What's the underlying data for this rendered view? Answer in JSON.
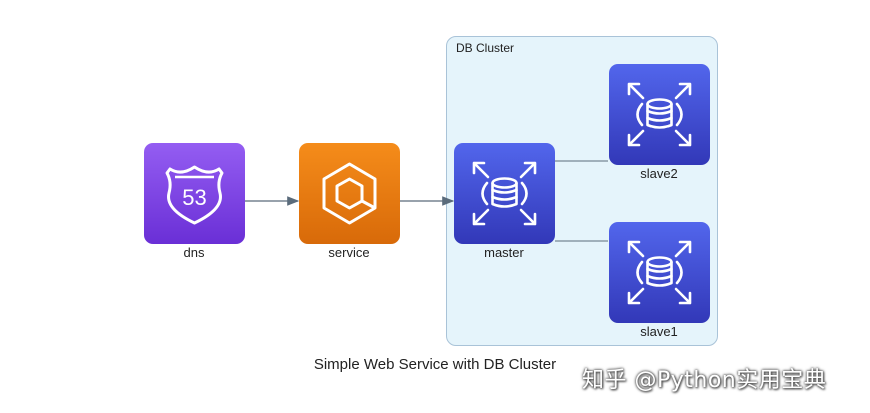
{
  "cluster": {
    "label": "DB Cluster"
  },
  "nodes": {
    "dns": {
      "label": "dns",
      "badge": "53",
      "icon": "route53-shield-icon",
      "color": "#7b3fe4"
    },
    "service": {
      "label": "service",
      "icon": "ecs-hexagon-icon",
      "color": "#e8750c"
    },
    "master": {
      "label": "master",
      "icon": "rds-database-icon",
      "color": "#3b48cc"
    },
    "slave2": {
      "label": "slave2",
      "icon": "rds-database-icon",
      "color": "#3b48cc"
    },
    "slave1": {
      "label": "slave1",
      "icon": "rds-database-icon",
      "color": "#3b48cc"
    }
  },
  "caption": "Simple Web Service with DB Cluster",
  "watermark": "知乎 @Python实用宝典"
}
